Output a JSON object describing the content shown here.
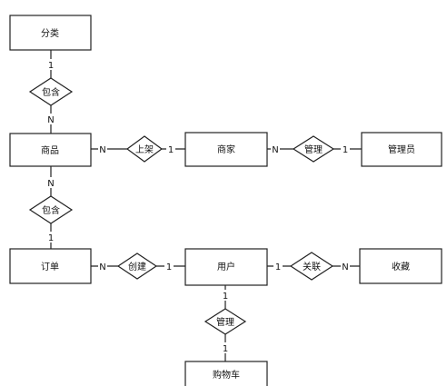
{
  "entities": {
    "category": "分类",
    "product": "商品",
    "merchant": "商家",
    "admin": "管理员",
    "order": "订单",
    "user": "用户",
    "favorite": "收藏",
    "cart": "购物车"
  },
  "relationships": {
    "contain1": "包含",
    "list": "上架",
    "manage1": "管理",
    "contain2": "包含",
    "create": "创建",
    "associate": "关联",
    "manage2": "管理"
  },
  "cardinalities": {
    "category_contain1": "1",
    "contain1_product": "N",
    "product_list": "N",
    "list_merchant": "1",
    "merchant_manage1": "N",
    "manage1_admin": "1",
    "product_contain2": "N",
    "contain2_order": "1",
    "order_create": "N",
    "create_user": "1",
    "user_associate": "1",
    "associate_favorite": "N",
    "user_manage2": "1",
    "manage2_cart": "1"
  }
}
